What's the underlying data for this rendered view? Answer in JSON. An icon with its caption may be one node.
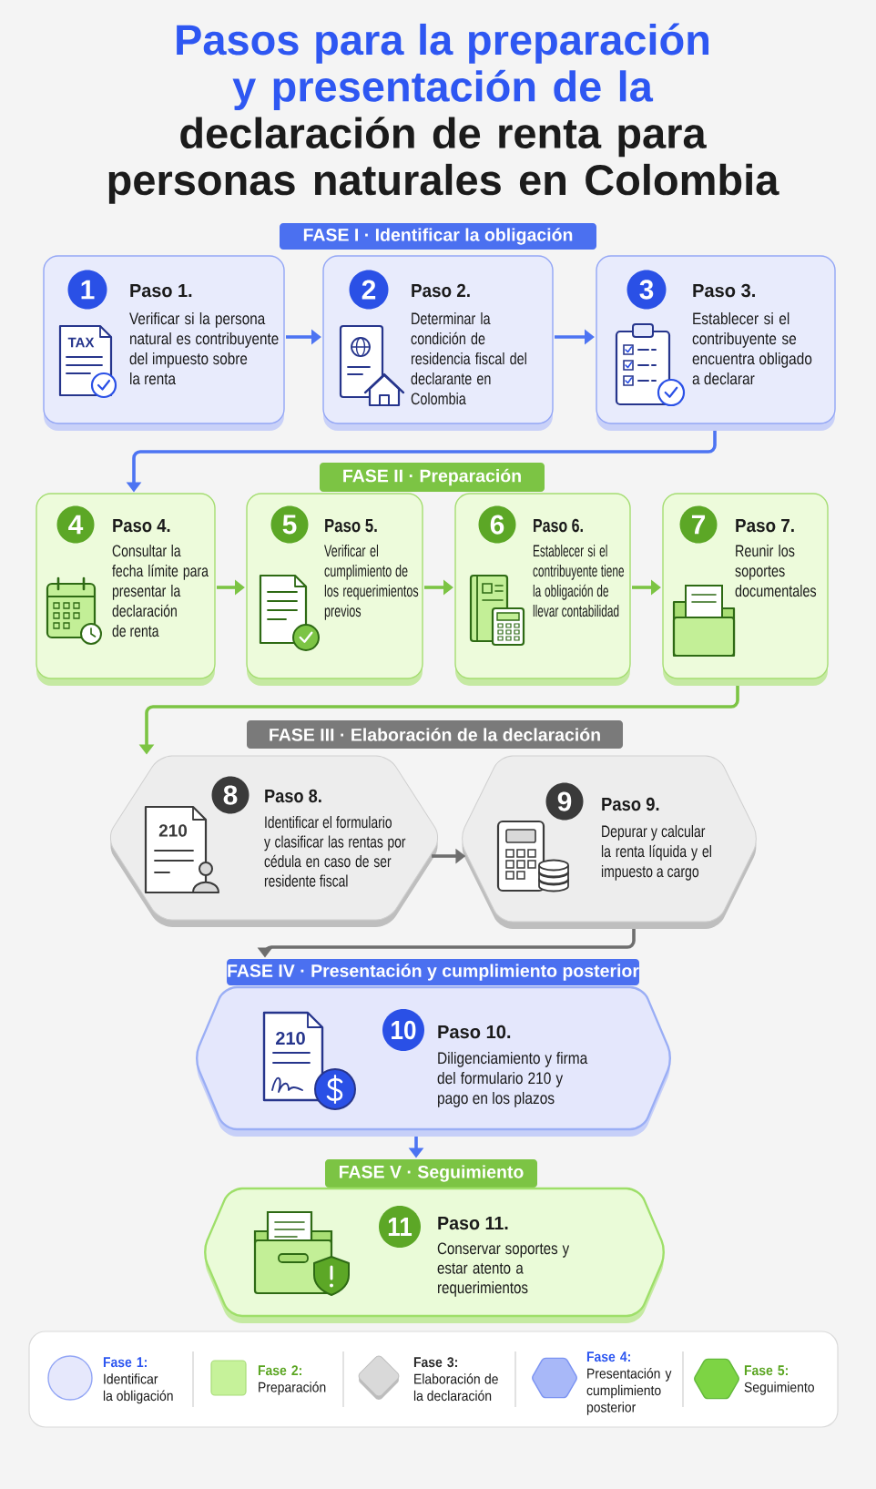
{
  "diagram": {
    "title": "Pasos para la preparación y presentación de la declaración de renta para personas naturales en Colombia",
    "nodes": [
      {
        "text": [
          "FASE I · Identificar la obligación"
        ]
      },
      {
        "text": [
          "Paso 1.",
          "Verificar si la persona natural es contribuyente del impuesto sobre la renta"
        ]
      },
      {
        "text": [
          "1"
        ],
        "in": 1
      },
      {
        "text": [
          "Paso 2.",
          "Determinar la condición de residencia fiscal del declarante en Colombia"
        ]
      },
      {
        "text": [
          "2"
        ],
        "in": 3
      },
      {
        "text": [
          "Paso 3.",
          "Establecer si el contribuyente se encuentra obligado a declarar"
        ]
      },
      {
        "text": [
          "3"
        ],
        "in": 5
      },
      {
        "text": [
          "FASE II · Preparación"
        ]
      },
      {
        "text": [
          "Paso 4.",
          "Consultar la fecha límite para presentar la declaración de renta"
        ]
      },
      {
        "text": [
          "4"
        ],
        "in": 8
      },
      {
        "text": [
          "Paso 5.",
          "Verificar el cumplimiento de los requerimientos previos"
        ]
      },
      {
        "text": [
          "5"
        ],
        "in": 10
      },
      {
        "text": [
          "Paso 6.",
          "Establecer si el contribuyente tiene la obligación de llevar contabilidad"
        ]
      },
      {
        "text": [
          "6"
        ],
        "in": 12
      },
      {
        "text": [
          "Paso 7.",
          "Reunir los soportes documentales"
        ]
      },
      {
        "text": [
          "7"
        ],
        "in": 14
      },
      {
        "text": [
          "FASE III · Elaboración de la declaración"
        ]
      },
      {
        "text": [
          "Paso 8.",
          "Identificar el formulario y clasificar las rentas por cédula en caso de ser residente fiscal"
        ]
      },
      {
        "text": [
          "8"
        ],
        "in": 17
      },
      {
        "text": [
          "Paso 9.",
          "Depurar y calcular la renta líquida y el impuesto a cargo"
        ]
      },
      {
        "text": [
          "9"
        ],
        "in": 19
      },
      {
        "text": [
          "FASE IV · Presentación y cumplimiento posterior"
        ]
      },
      {
        "text": [
          "Paso 10.",
          "Diligenciamiento y firma del formulario 210 y pago en los plazos"
        ]
      },
      {
        "text": [
          "10"
        ],
        "in": 22
      },
      {
        "text": [
          "FASE V · Seguimiento"
        ]
      },
      {
        "text": [
          "Paso 11.",
          "Conservar soportes y estar atento a requerimientos"
        ]
      },
      {
        "text": [
          "11"
        ],
        "in": 25
      }
    ],
    "edges": [
      {
        "from": 1,
        "to": 3,
        "arrow": "to"
      },
      {
        "from": 3,
        "to": 5,
        "arrow": "to"
      },
      {
        "from": 5,
        "to": 8,
        "arrow": "to"
      },
      {
        "from": 8,
        "to": 10,
        "arrow": "to",
        "color": "#7cc444"
      },
      {
        "from": 10,
        "to": 12,
        "arrow": "to",
        "color": "#7cc444"
      },
      {
        "from": 12,
        "to": 14,
        "arrow": "to",
        "color": "#7cc444"
      },
      {
        "from": 14,
        "to": 17,
        "arrow": "to",
        "color": "#7cc444"
      },
      {
        "from": 17,
        "to": 19,
        "arrow": "to",
        "color": "#6e6e6e"
      },
      {
        "from": 19,
        "to": 21,
        "arrow": "to",
        "color": "#6e6e6e"
      },
      {
        "from": 22,
        "to": 24,
        "arrow": "to"
      }
    ],
    "labels": [
      "TAX",
      "210",
      "210"
    ],
    "legend": [
      {
        "text": "**Fase 1:** Identificar la obligación",
        "color": "#e6e8fc"
      },
      {
        "text": "**Fase 2:** Preparación",
        "color": "#c6f29a"
      },
      {
        "text": "**Fase 3:** Elaboración de la declaración",
        "color": "#d9d9d9"
      },
      {
        "text": "**Fase 4:** Presentación y cumplimiento posterior",
        "color": "#a8b8f8"
      },
      {
        "text": "**Fase 5:** Seguimiento",
        "color": "#7dd444"
      }
    ]
  }
}
